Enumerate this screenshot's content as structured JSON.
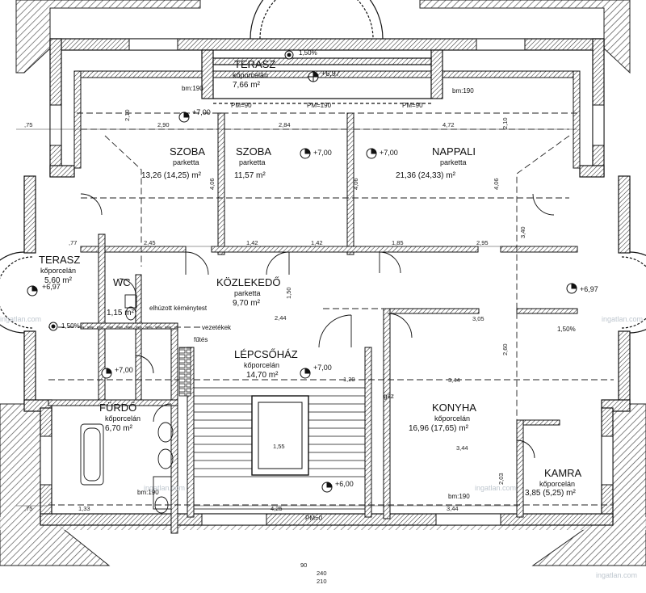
{
  "rooms": {
    "terasz_top": {
      "name": "TERASZ",
      "floor": "kőporcelán",
      "area": "7,66 m²"
    },
    "szoba1": {
      "name": "SZOBA",
      "floor": "parketta",
      "area": "13,26 (14,25)  m²"
    },
    "szoba2": {
      "name": "SZOBA",
      "floor": "parketta",
      "area": "11,57  m²"
    },
    "nappali": {
      "name": "NAPPALI",
      "floor": "parketta",
      "area": "21,36 (24,33)  m²"
    },
    "terasz_left": {
      "name": "TERASZ",
      "floor": "kőporcelán",
      "area": "5,60  m²"
    },
    "wc": {
      "name": "WC",
      "area": "1,15  m²"
    },
    "kozlekedo": {
      "name": "KÖZLEKEDŐ",
      "floor": "parketta",
      "area": "9,70  m²"
    },
    "lepcsohaz": {
      "name": "LÉPCSŐHÁZ",
      "floor": "kőporcelán",
      "area": "14,70  m²"
    },
    "furdo": {
      "name": "FÜRDŐ",
      "floor": "kőporcelán",
      "area": "6,70  m²"
    },
    "konyha": {
      "name": "KONYHA",
      "floor": "kőporcelán",
      "area": "16,96 (17,65)  m²"
    },
    "kamra": {
      "name": "KAMRA",
      "floor": "kőporcelán",
      "area": "3,85 (5,25)  m²"
    }
  },
  "elevations": {
    "top": "+6,97",
    "szoba1": "+7,00",
    "szoba2": "+7,00",
    "nappali": "+7,00",
    "left": "+6,97",
    "right": "+6,97",
    "lepcsohaz": "+7,00",
    "furdo": "+7,00",
    "bottom": "+6,00"
  },
  "slopes": {
    "top": "1,50%",
    "left": "1,50%",
    "right": "1,50%"
  },
  "parapets": {
    "p1": "PM=90",
    "p2": "PM=190",
    "p3": "PM=90",
    "bottom": "PM=0"
  },
  "heights": {
    "h1": "bm:190",
    "h2": "bm:190",
    "h3": "bm:190",
    "h4": "bm:190"
  },
  "notes": {
    "chimney": "elhúzott kéménytest",
    "pipes": "vezetékek",
    "hwater": "fűtés",
    "gas": "gáz"
  },
  "dims": {
    "d472": "4,72",
    "d284": "2,84",
    "d290": "2,90",
    "d245": "2,45",
    "d142a": "1,42",
    "d142b": "1,42",
    "d185": "1,85",
    "d295": "2,95",
    "d305": "3,05",
    "d344a": "3,44",
    "d344b": "3,44",
    "d344c": "3,44",
    "d425": "4,25",
    "d244": "2,44",
    "d210a": "2,10",
    "d210b": "2,10",
    "d406a": "4,06",
    "d406b": "4,06",
    "d406c": "4,06",
    "d340": "3,40",
    "d260": "2,60",
    "d203": "2,03",
    "d150": "1,50",
    "d120": "1,20",
    "d155": "1,55",
    "d133": "1,33",
    "d75a": ",75",
    "d75b": ",75",
    "d77": ",77",
    "d90": "90",
    "d240": "240",
    "d210c": "210"
  },
  "watermark": "ingatlan.com"
}
